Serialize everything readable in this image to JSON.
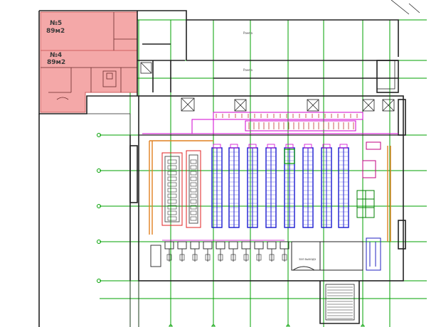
{
  "units": [
    {
      "number": "№5",
      "area": "89м2"
    },
    {
      "number": "№4",
      "area": "89м2"
    }
  ],
  "labels": {
    "corridor_top": "Рампа",
    "corridor_mid": "Рампа",
    "checkout_zone": "зал выхода"
  },
  "colors": {
    "highlight_fill": "#f4a8a8",
    "highlight_border": "#e07070",
    "wall": "#222222",
    "grid": "#00a000",
    "rack_blue": "#1a1ad0",
    "accent_magenta": "#d000d0",
    "accent_red": "#e02020",
    "accent_orange": "#e08020"
  }
}
